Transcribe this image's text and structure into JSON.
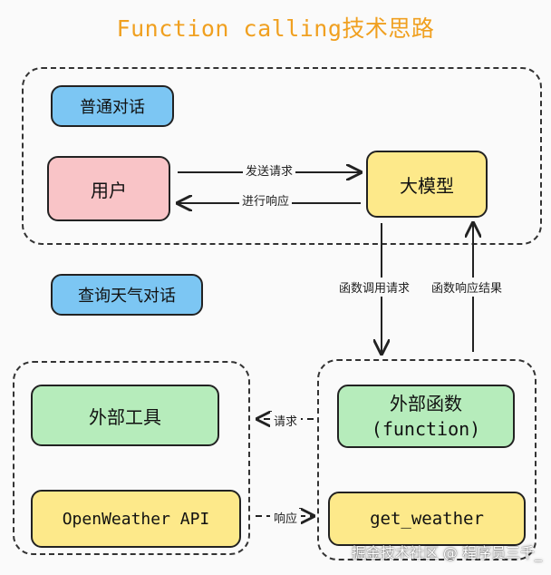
{
  "title": "Function calling技术思路",
  "sections": {
    "normal": "普通对话",
    "weather": "查询天气对话"
  },
  "nodes": {
    "user": "用户",
    "llm": "大模型",
    "external_tool": "外部工具",
    "external_func_line1": "外部函数",
    "external_func_line2": "(function)",
    "openweather": "OpenWeather API",
    "get_weather": "get_weather"
  },
  "edges": {
    "send_request": "发送请求",
    "respond": "进行响应",
    "call_request": "函数调用请求",
    "call_result": "函数响应结果",
    "request": "请求",
    "response": "响应"
  },
  "watermark": "掘金技术社区 @ 程序员三千_",
  "colors": {
    "title": "#f0a020",
    "blue": "#7cc6f3",
    "pink": "#f9c4c7",
    "yellow": "#fde98a",
    "green": "#b6ecbb"
  }
}
